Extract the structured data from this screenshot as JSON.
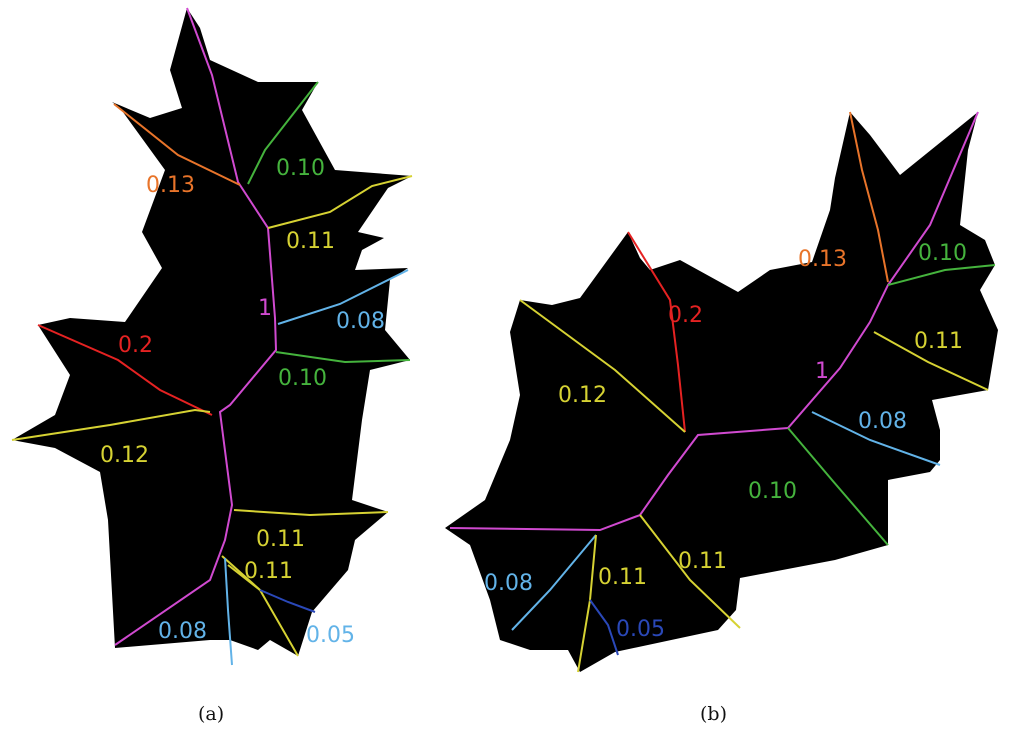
{
  "colors": {
    "shape": "#000000",
    "magenta": "#d04ad0",
    "orange": "#e8742a",
    "green": "#45b33d",
    "yellow": "#d6d233",
    "red": "#e52222",
    "lightblue": "#62b3e8",
    "navy": "#2a48b8"
  },
  "panels": [
    {
      "caption": "(a)",
      "labels": [
        "0.13",
        "0.10",
        "0.11",
        "1",
        "0.08",
        "0.2",
        "0.10",
        "0.12",
        "0.11",
        "0.11",
        "0.08",
        "0.05"
      ]
    },
    {
      "caption": "(b)",
      "labels": [
        "0.13",
        "0.10",
        "0.2",
        "0.11",
        "0.12",
        "1",
        "0.08",
        "0.10",
        "0.11",
        "0.08",
        "0.11",
        "0.05"
      ]
    }
  ]
}
